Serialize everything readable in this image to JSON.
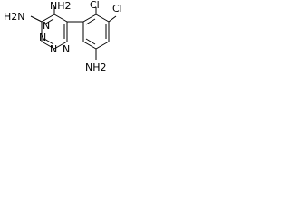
{
  "molecule": {
    "labels": {
      "nh2_top": "NH2",
      "nh2_left": "H2N",
      "nh2_bottom": "NH2",
      "n1": "N",
      "n2": "N",
      "n3": "N",
      "n4": "N",
      "cl_left": "Cl",
      "cl_right": "Cl"
    }
  }
}
